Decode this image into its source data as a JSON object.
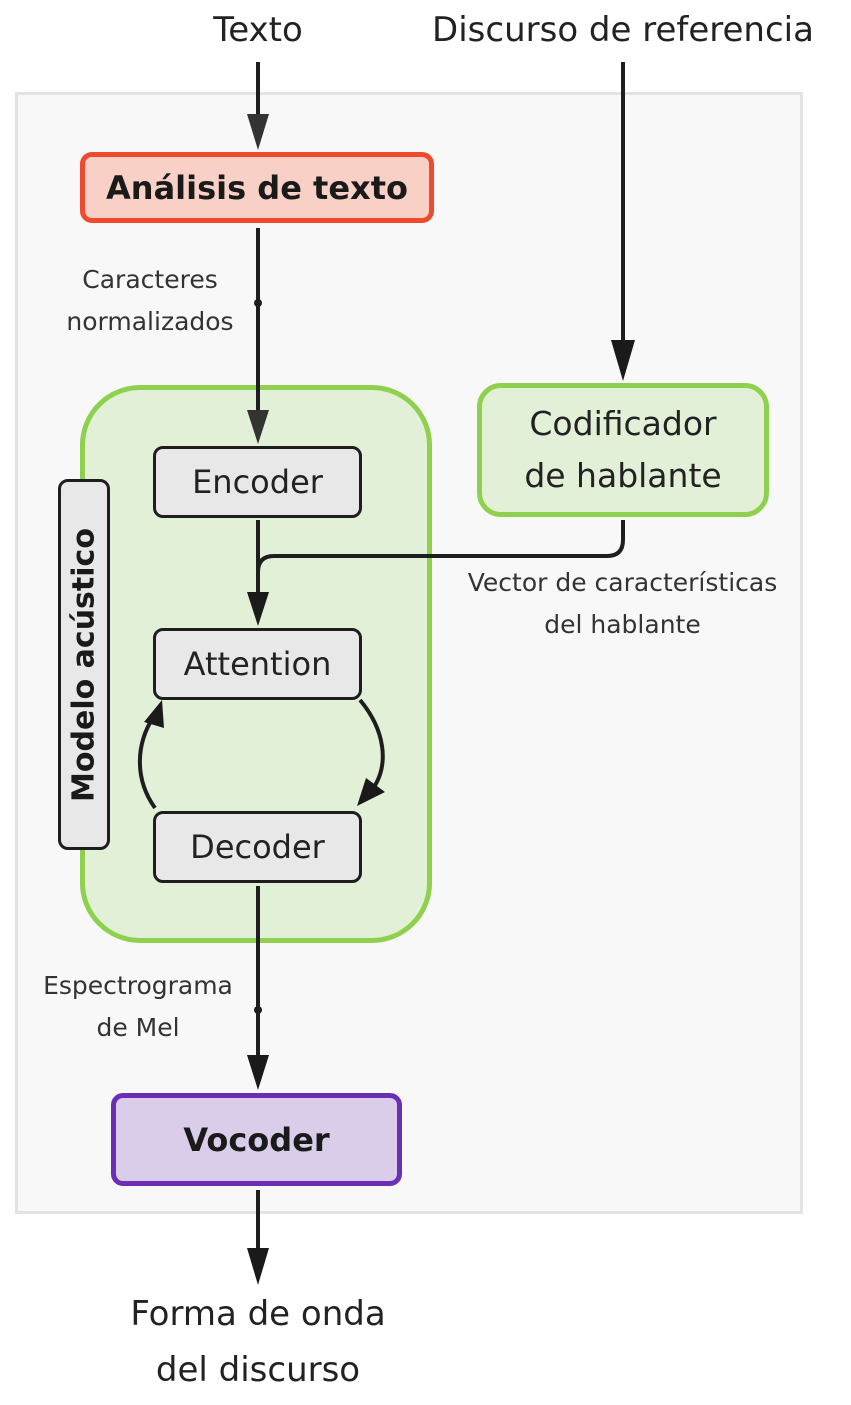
{
  "inputs": {
    "texto": "Texto",
    "discurso_referencia": "Discurso de referencia"
  },
  "nodes": {
    "analisis_texto": "Análisis de texto",
    "codificador_line1": "Codificador",
    "codificador_line2": "de hablante",
    "encoder": "Encoder",
    "attention": "Attention",
    "decoder": "Decoder",
    "vocoder": "Vocoder",
    "modelo_acustico": "Modelo acústico"
  },
  "edge_labels": {
    "caracteres_line1": "Caracteres",
    "caracteres_line2": "normalizados",
    "vector_line1": "Vector de características",
    "vector_line2": "del hablante",
    "espectrograma_line1": "Espectrograma",
    "espectrograma_line2": "de Mel"
  },
  "output": {
    "line1": "Forma de onda",
    "line2": "del discurso"
  },
  "colors": {
    "analisis_border": "#ee4a2e",
    "analisis_fill": "#f9d0c6",
    "green_border": "#8fd14f",
    "green_fill": "#e3f0d8",
    "vocoder_border": "#6a2fb5",
    "vocoder_fill": "#d9cdea",
    "gray_fill": "#e8e8e8"
  }
}
